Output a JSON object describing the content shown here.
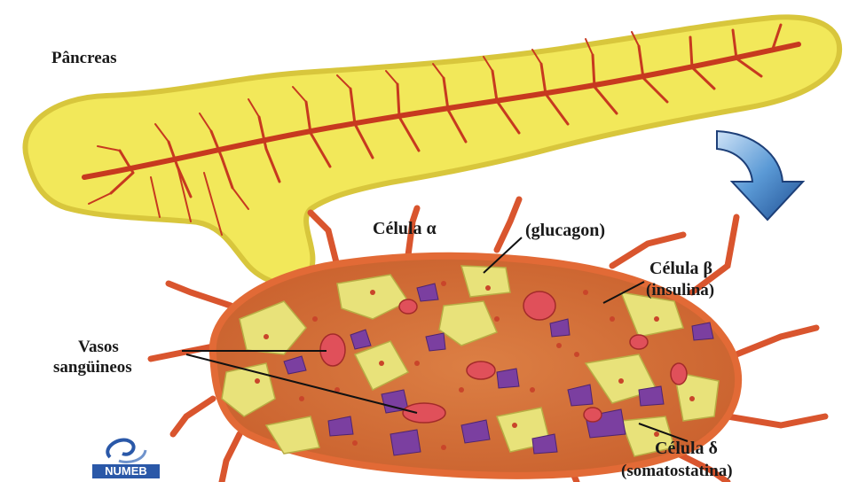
{
  "labels": {
    "pancreas": "Pâncreas",
    "alpha_cell": "Célula α",
    "alpha_hormone": "(glucagon)",
    "beta_cell": "Célula β",
    "beta_hormone": "(insulina)",
    "vessels_line1": "Vasos",
    "vessels_line2": "sangüineos",
    "delta_cell": "Célula δ",
    "delta_hormone": "(somatostatina)"
  },
  "logo": {
    "text": "NUMEB"
  },
  "colors": {
    "pancreas_fill": "#f2e85a",
    "pancreas_outline": "#d9c93a",
    "vessel": "#c7391f",
    "islet_tissue": "#d9773d",
    "alpha_cells": "#e8e27a",
    "beta_cells": "#cf6d35",
    "delta_cells": "#7b3fa0",
    "blood_vessel_cells": "#e0505a",
    "arrow": "#3f7fc4"
  }
}
